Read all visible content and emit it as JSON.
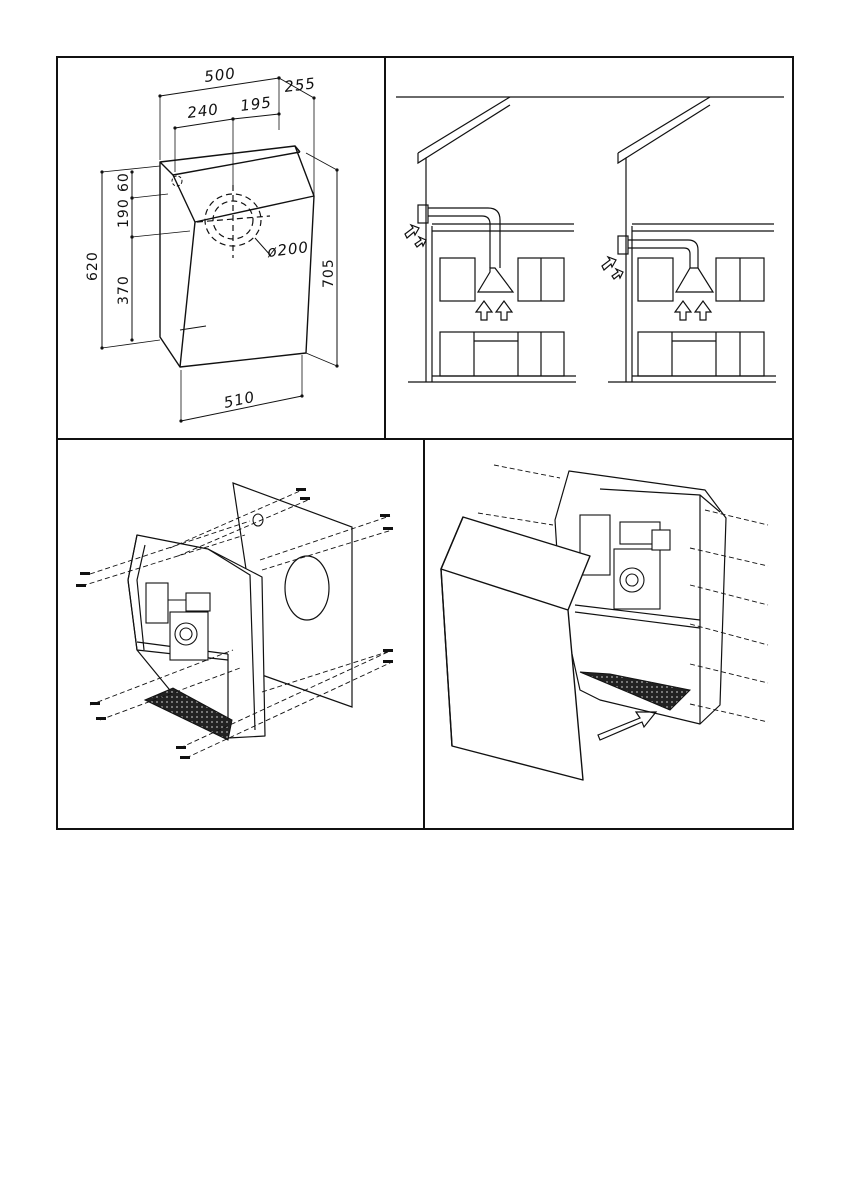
{
  "figure1": {
    "dimensions": {
      "width_total": "500",
      "depth": "255",
      "offset_left": "240",
      "offset_right": "195",
      "height_60": "60",
      "height_190": "190",
      "height_370": "370",
      "height_620": "620",
      "height_705": "705",
      "bottom_width": "510",
      "duct_diameter": "ø200"
    }
  },
  "colors": {
    "line": "#111111",
    "background": "#ffffff"
  }
}
